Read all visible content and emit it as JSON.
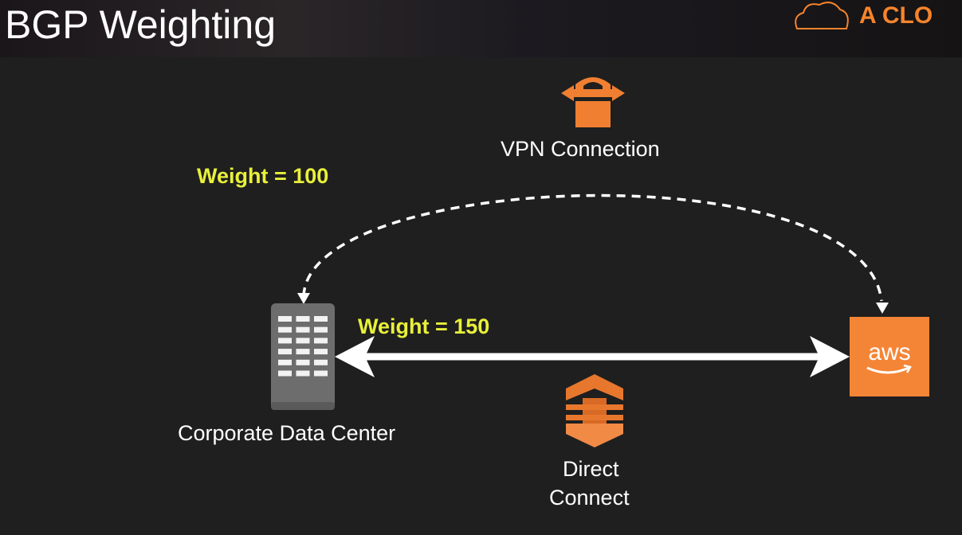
{
  "header": {
    "title": "BGP Weighting",
    "brand": "A CLO"
  },
  "diagram": {
    "vpn_label": "VPN Connection",
    "vpn_weight": "Weight = 100",
    "dx_weight": "Weight = 150",
    "datacenter_label": "Corporate Data Center",
    "dx_label_line1": "Direct",
    "dx_label_line2": "Connect",
    "aws_label": "aws"
  },
  "colors": {
    "accent": "#f58536",
    "weight": "#e8f03a",
    "background": "#1f1f1f"
  }
}
